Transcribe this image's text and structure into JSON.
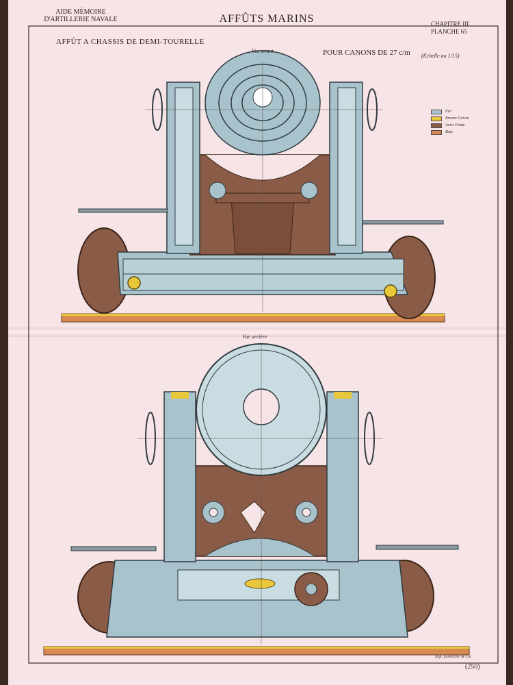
{
  "header": {
    "memoire_line1": "AIDE MÉMOIRE",
    "memoire_line2": "D'ARTILLERIE NAVALE",
    "title": "AFFÛTS MARINS",
    "chapter": "CHAPITRE III",
    "plate": "PLANCHE 65"
  },
  "subtitles": {
    "left": "AFFÛT A CHASSIS DE DEMI-TOURELLE",
    "right": "POUR CANONS DE 27 c/m",
    "scale": "(Echelle au 1/15)"
  },
  "views": {
    "front": "Vue avant",
    "rear": "Vue arrière"
  },
  "legend": [
    {
      "label": "Fer",
      "color": "#a9c3cc"
    },
    {
      "label": "Bronze Cuivre",
      "color": "#e8c83a"
    },
    {
      "label": "Acier Fonte",
      "color": "#8a5c48"
    },
    {
      "label": "Bois",
      "color": "#d98a52"
    }
  ],
  "footer": {
    "printer": "Imp. Lemercier & Cie",
    "page": "(250)"
  },
  "colors": {
    "iron": "#a9c3cc",
    "bronze": "#e8c83a",
    "steel": "#8a5c48",
    "wood": "#d98a52",
    "paper": "#f6e4e6"
  }
}
